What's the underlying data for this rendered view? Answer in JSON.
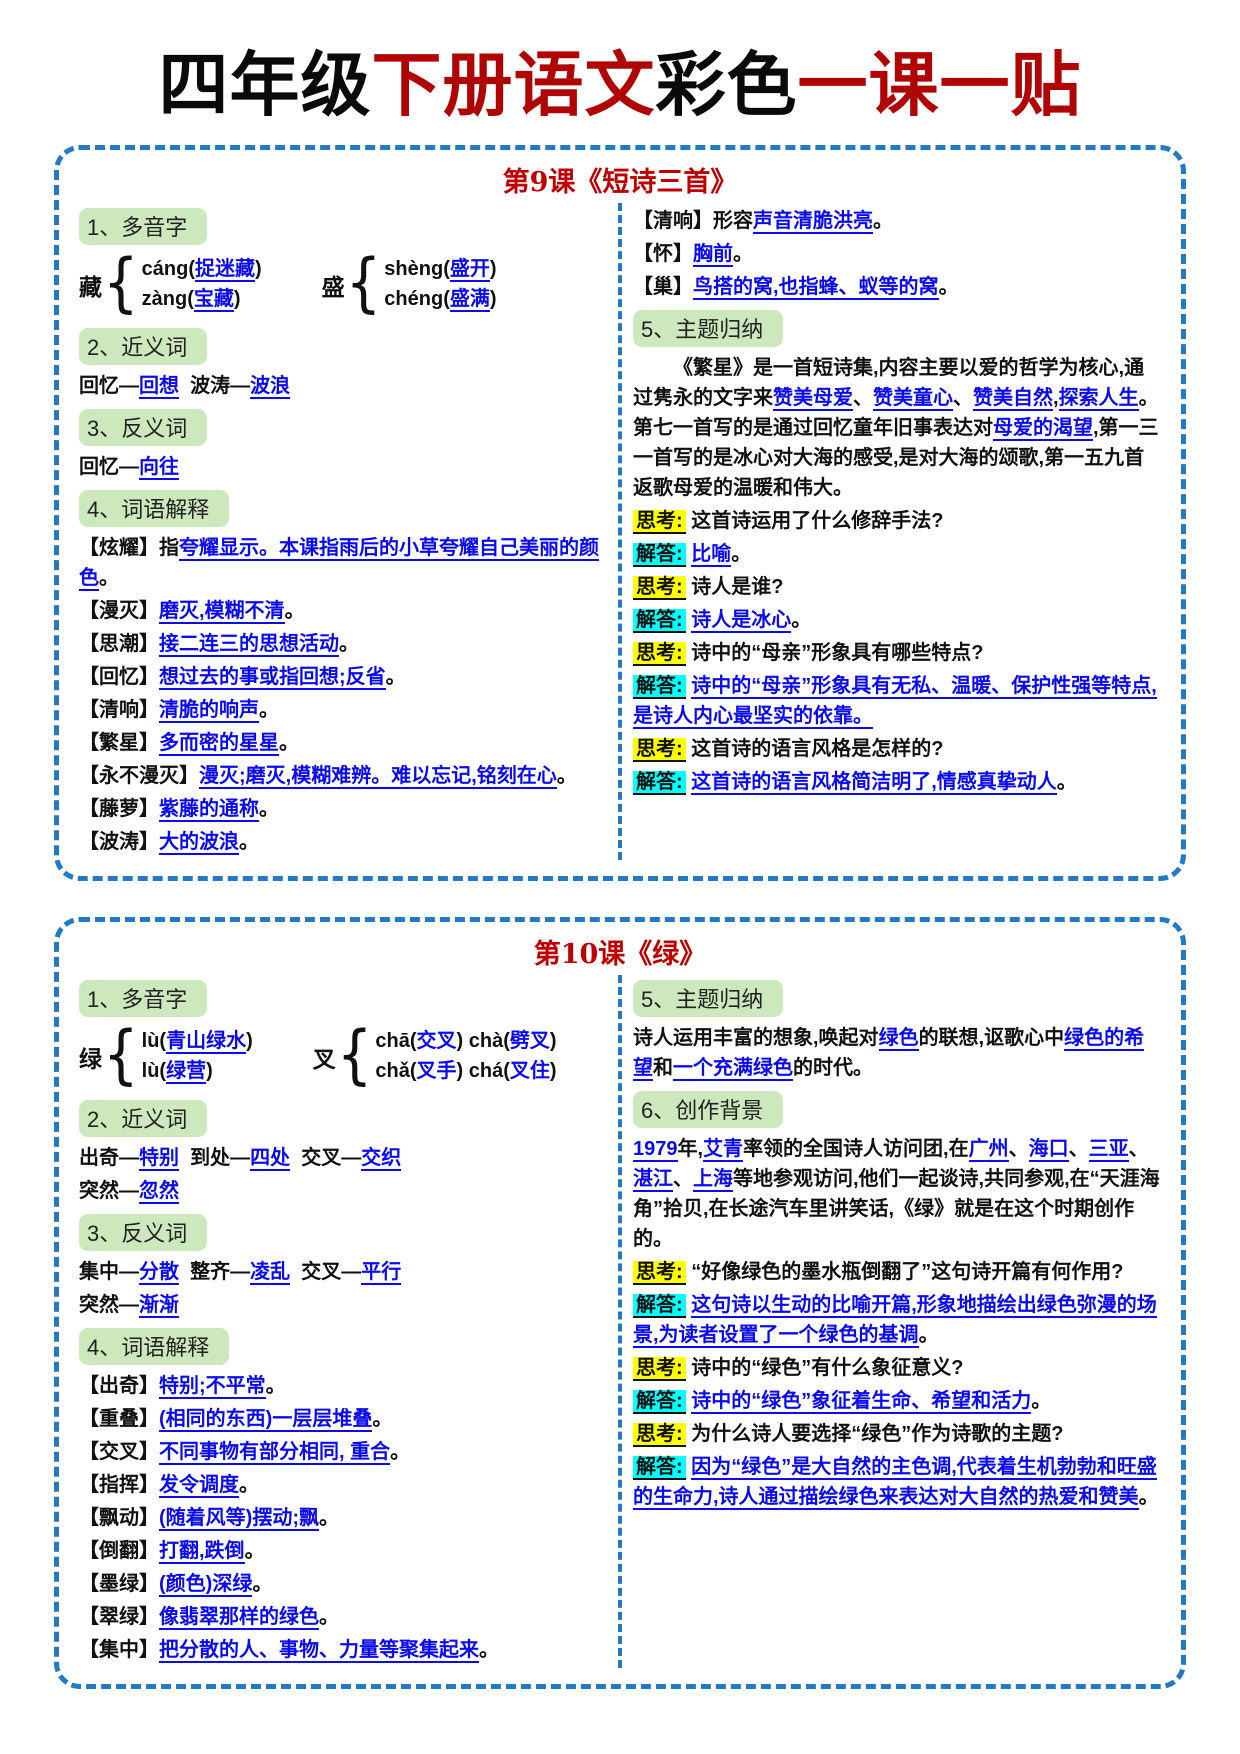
{
  "title": {
    "part1": "四年级",
    "part2": "下册语文",
    "part3": "彩色",
    "part4": "一课一贴"
  },
  "colors": {
    "accent_red": "#b00505",
    "header_red": "#c00000",
    "link_blue": "#0b0bee",
    "label_green": "#cde8bc",
    "highlight_yellow": "#ffff00",
    "highlight_cyan": "#00ffff",
    "border_blue": "#2279c4"
  },
  "lessons": [
    {
      "header": "第9课《短诗三首》",
      "left": [
        {
          "type": "label",
          "text": "1、多音字"
        },
        {
          "type": "poly",
          "items": [
            {
              "ch": "藏",
              "lines": [
                [
                  {
                    "t": "cáng("
                  },
                  {
                    "t": "捉迷藏",
                    "c": "u"
                  },
                  {
                    "t": ")"
                  }
                ],
                [
                  {
                    "t": "zàng("
                  },
                  {
                    "t": "宝藏",
                    "c": "u"
                  },
                  {
                    "t": ")"
                  }
                ]
              ]
            },
            {
              "ch": "盛",
              "lines": [
                [
                  {
                    "t": "shèng("
                  },
                  {
                    "t": "盛开",
                    "c": "u"
                  },
                  {
                    "t": ")"
                  }
                ],
                [
                  {
                    "t": "chéng("
                  },
                  {
                    "t": "盛满",
                    "c": "u"
                  },
                  {
                    "t": ")"
                  }
                ]
              ]
            }
          ]
        },
        {
          "type": "label",
          "text": "2、近义词"
        },
        {
          "type": "p",
          "segs": [
            {
              "t": "回忆—"
            },
            {
              "t": "回想",
              "c": "u"
            },
            {
              "t": "  波涛—"
            },
            {
              "t": "波浪",
              "c": "u"
            }
          ]
        },
        {
          "type": "label",
          "text": "3、反义词"
        },
        {
          "type": "p",
          "segs": [
            {
              "t": "回忆—"
            },
            {
              "t": "向往",
              "c": "u"
            }
          ]
        },
        {
          "type": "label",
          "text": "4、词语解释"
        },
        {
          "type": "p",
          "segs": [
            {
              "t": "【炫耀】指"
            },
            {
              "t": "夸耀显示。本课指雨后的小草夸耀自己美丽的颜色",
              "c": "u"
            },
            {
              "t": "。"
            }
          ]
        },
        {
          "type": "p",
          "segs": [
            {
              "t": "【漫灭】"
            },
            {
              "t": "磨灭,模糊不清",
              "c": "u"
            },
            {
              "t": "。"
            }
          ]
        },
        {
          "type": "p",
          "segs": [
            {
              "t": "【思潮】"
            },
            {
              "t": "接二连三的思想活动",
              "c": "u"
            },
            {
              "t": "。"
            }
          ]
        },
        {
          "type": "p",
          "segs": [
            {
              "t": "【回忆】"
            },
            {
              "t": "想过去的事或指回想;反省",
              "c": "u"
            },
            {
              "t": "。"
            }
          ]
        },
        {
          "type": "p",
          "segs": [
            {
              "t": "【清响】"
            },
            {
              "t": "清脆的响声",
              "c": "u"
            },
            {
              "t": "。"
            }
          ]
        },
        {
          "type": "p",
          "segs": [
            {
              "t": "【繁星】"
            },
            {
              "t": "多而密的星星",
              "c": "u"
            },
            {
              "t": "。"
            }
          ]
        },
        {
          "type": "p",
          "segs": [
            {
              "t": "【永不漫灭】"
            },
            {
              "t": "漫灭;磨灭,模糊难辨。难以忘记,铭刻在心",
              "c": "u"
            },
            {
              "t": "。"
            }
          ]
        },
        {
          "type": "p",
          "segs": [
            {
              "t": "【藤萝】"
            },
            {
              "t": "紫藤的通称",
              "c": "u"
            },
            {
              "t": "。"
            }
          ]
        },
        {
          "type": "p",
          "segs": [
            {
              "t": "【波涛】"
            },
            {
              "t": "大的波浪",
              "c": "u"
            },
            {
              "t": "。"
            }
          ]
        }
      ],
      "right": [
        {
          "type": "p",
          "segs": [
            {
              "t": "【清响】形容"
            },
            {
              "t": "声音清脆洪亮",
              "c": "u"
            },
            {
              "t": "。"
            }
          ]
        },
        {
          "type": "p",
          "segs": [
            {
              "t": "【怀】"
            },
            {
              "t": "胸前",
              "c": "u"
            },
            {
              "t": "。"
            }
          ]
        },
        {
          "type": "p",
          "segs": [
            {
              "t": "【巢】"
            },
            {
              "t": "鸟搭的窝,也指蜂、蚁等的窝",
              "c": "u"
            },
            {
              "t": "。"
            }
          ]
        },
        {
          "type": "label",
          "text": "5、主题归纳"
        },
        {
          "type": "p",
          "ind": true,
          "segs": [
            {
              "t": "《繁星》是一首短诗集,内容主要以爱的哲学为核心,通过隽永的文字来"
            },
            {
              "t": "赞美母爱",
              "c": "u"
            },
            {
              "t": "、"
            },
            {
              "t": "赞美童心",
              "c": "u"
            },
            {
              "t": "、"
            },
            {
              "t": "赞美自然",
              "c": "u"
            },
            {
              "t": ","
            },
            {
              "t": "探索人生",
              "c": "u"
            },
            {
              "t": "。第七一首写的是通过回忆童年旧事表达对"
            },
            {
              "t": "母爱的渴望",
              "c": "u"
            },
            {
              "t": ",第一三一首写的是冰心对大海的感受,是对大海的颂歌,第一五九首返歌母爱的温暖和伟大。"
            }
          ]
        },
        {
          "type": "p",
          "segs": [
            {
              "t": "思考:",
              "c": "y"
            },
            {
              "t": " 这首诗运用了什么修辞手法?"
            }
          ]
        },
        {
          "type": "p",
          "segs": [
            {
              "t": "解答:",
              "c": "c"
            },
            {
              "t": " "
            },
            {
              "t": "比喻",
              "c": "u"
            },
            {
              "t": "。"
            }
          ]
        },
        {
          "type": "p",
          "segs": [
            {
              "t": "思考:",
              "c": "y"
            },
            {
              "t": " 诗人是谁?"
            }
          ]
        },
        {
          "type": "p",
          "segs": [
            {
              "t": "解答:",
              "c": "c"
            },
            {
              "t": " "
            },
            {
              "t": "诗人是冰心",
              "c": "u"
            },
            {
              "t": "。"
            }
          ]
        },
        {
          "type": "p",
          "segs": [
            {
              "t": "思考:",
              "c": "y"
            },
            {
              "t": " 诗中的“母亲”形象具有哪些特点?"
            }
          ]
        },
        {
          "type": "p",
          "segs": [
            {
              "t": "解答:",
              "c": "c"
            },
            {
              "t": " "
            },
            {
              "t": "诗中的“母亲”形象具有无私、温暖、保护性强等特点,是诗人内心最坚实的依靠。",
              "c": "u"
            }
          ]
        },
        {
          "type": "p",
          "segs": [
            {
              "t": "思考:",
              "c": "y"
            },
            {
              "t": " 这首诗的语言风格是怎样的?"
            }
          ]
        },
        {
          "type": "p",
          "segs": [
            {
              "t": "解答:",
              "c": "c"
            },
            {
              "t": " "
            },
            {
              "t": "这首诗的语言风格简洁明了,情感真挚动人",
              "c": "u"
            },
            {
              "t": "。"
            }
          ]
        }
      ]
    },
    {
      "header": "第10课《绿》",
      "left": [
        {
          "type": "label",
          "text": "1、多音字"
        },
        {
          "type": "poly",
          "items": [
            {
              "ch": "绿",
              "lines": [
                [
                  {
                    "t": "lù("
                  },
                  {
                    "t": "青山绿水",
                    "c": "u"
                  },
                  {
                    "t": ")"
                  }
                ],
                [
                  {
                    "t": "lù("
                  },
                  {
                    "t": "绿营",
                    "c": "u"
                  },
                  {
                    "t": ")"
                  }
                ]
              ]
            },
            {
              "ch": "叉",
              "lines": [
                [
                  {
                    "t": "chā("
                  },
                  {
                    "t": "交叉",
                    "c": "bl"
                  },
                  {
                    "t": ") chà("
                  },
                  {
                    "t": "劈叉",
                    "c": "bl"
                  },
                  {
                    "t": ")"
                  }
                ],
                [
                  {
                    "t": "chǎ("
                  },
                  {
                    "t": "叉手",
                    "c": "bl"
                  },
                  {
                    "t": ") chá("
                  },
                  {
                    "t": "叉住",
                    "c": "bl"
                  },
                  {
                    "t": ")"
                  }
                ]
              ]
            }
          ]
        },
        {
          "type": "label",
          "text": "2、近义词"
        },
        {
          "type": "p",
          "segs": [
            {
              "t": "出奇—"
            },
            {
              "t": "特别",
              "c": "u"
            },
            {
              "t": "  到处—"
            },
            {
              "t": "四处",
              "c": "u"
            },
            {
              "t": "  交叉—"
            },
            {
              "t": "交织",
              "c": "u"
            }
          ]
        },
        {
          "type": "p",
          "segs": [
            {
              "t": "突然—"
            },
            {
              "t": "忽然",
              "c": "u"
            }
          ]
        },
        {
          "type": "label",
          "text": "3、反义词"
        },
        {
          "type": "p",
          "segs": [
            {
              "t": "集中—"
            },
            {
              "t": "分散",
              "c": "u"
            },
            {
              "t": "  整齐—"
            },
            {
              "t": "凌乱",
              "c": "u"
            },
            {
              "t": "  交叉—"
            },
            {
              "t": "平行",
              "c": "u"
            }
          ]
        },
        {
          "type": "p",
          "segs": [
            {
              "t": "突然—"
            },
            {
              "t": "渐渐",
              "c": "u"
            }
          ]
        },
        {
          "type": "label",
          "text": "4、词语解释"
        },
        {
          "type": "p",
          "segs": [
            {
              "t": "【出奇】"
            },
            {
              "t": "特别;不平常",
              "c": "u"
            },
            {
              "t": "。"
            }
          ]
        },
        {
          "type": "p",
          "segs": [
            {
              "t": "【重叠】"
            },
            {
              "t": "(相同的东西)一层层堆叠",
              "c": "u"
            },
            {
              "t": "。"
            }
          ]
        },
        {
          "type": "p",
          "segs": [
            {
              "t": "【交叉】"
            },
            {
              "t": "不同事物有部分相同, 重合",
              "c": "u"
            },
            {
              "t": "。"
            }
          ]
        },
        {
          "type": "p",
          "segs": [
            {
              "t": "【指挥】"
            },
            {
              "t": "发令调度",
              "c": "u"
            },
            {
              "t": "。"
            }
          ]
        },
        {
          "type": "p",
          "segs": [
            {
              "t": "【飘动】"
            },
            {
              "t": "(随着风等)摆动;飘",
              "c": "u"
            },
            {
              "t": "。"
            }
          ]
        },
        {
          "type": "p",
          "segs": [
            {
              "t": "【倒翻】"
            },
            {
              "t": "打翻,跌倒",
              "c": "u"
            },
            {
              "t": "。"
            }
          ]
        },
        {
          "type": "p",
          "segs": [
            {
              "t": "【墨绿】"
            },
            {
              "t": "(颜色)深绿",
              "c": "u"
            },
            {
              "t": "。"
            }
          ]
        },
        {
          "type": "p",
          "segs": [
            {
              "t": "【翠绿】"
            },
            {
              "t": "像翡翠那样的绿色",
              "c": "u"
            },
            {
              "t": "。"
            }
          ]
        },
        {
          "type": "p",
          "segs": [
            {
              "t": "【集中】"
            },
            {
              "t": "把分散的人、事物、力量等聚集起来",
              "c": "u"
            },
            {
              "t": "。"
            }
          ]
        }
      ],
      "right": [
        {
          "type": "label",
          "text": "5、主题归纳"
        },
        {
          "type": "p",
          "segs": [
            {
              "t": "诗人运用丰富的想象,唤起对"
            },
            {
              "t": "绿色",
              "c": "u"
            },
            {
              "t": "的联想,讴歌心中"
            },
            {
              "t": "绿色的希望",
              "c": "u"
            },
            {
              "t": "和"
            },
            {
              "t": "一个充满绿色",
              "c": "u"
            },
            {
              "t": "的时代。"
            }
          ]
        },
        {
          "type": "label",
          "text": "6、创作背景"
        },
        {
          "type": "p",
          "segs": [
            {
              "t": "1979",
              "c": "u"
            },
            {
              "t": "年,"
            },
            {
              "t": "艾青",
              "c": "u"
            },
            {
              "t": "率领的全国诗人访问团,在"
            },
            {
              "t": "广州",
              "c": "u"
            },
            {
              "t": "、"
            },
            {
              "t": "海口",
              "c": "u"
            },
            {
              "t": "、"
            },
            {
              "t": "三亚",
              "c": "u"
            },
            {
              "t": "、"
            },
            {
              "t": "湛江",
              "c": "u"
            },
            {
              "t": "、"
            },
            {
              "t": "上海",
              "c": "u"
            },
            {
              "t": "等地参观访问,他们一起谈诗,共同参观,在“天涯海角”拾贝,在长途汽车里讲笑话,《绿》就是在这个时期创作的。"
            }
          ]
        },
        {
          "type": "p",
          "segs": [
            {
              "t": "思考:",
              "c": "y"
            },
            {
              "t": " “好像绿色的墨水瓶倒翻了”这句诗开篇有何作用?"
            }
          ]
        },
        {
          "type": "p",
          "segs": [
            {
              "t": "解答:",
              "c": "c"
            },
            {
              "t": " "
            },
            {
              "t": "这句诗以生动的比喻开篇,形象地描绘出绿色弥漫的场景,为读者设置了一个绿色的基调",
              "c": "u"
            },
            {
              "t": "。"
            }
          ]
        },
        {
          "type": "p",
          "segs": [
            {
              "t": "思考:",
              "c": "y"
            },
            {
              "t": " 诗中的“绿色”有什么象征意义?"
            }
          ]
        },
        {
          "type": "p",
          "segs": [
            {
              "t": "解答:",
              "c": "c"
            },
            {
              "t": " "
            },
            {
              "t": "诗中的“绿色”象征着生命、希望和活力",
              "c": "u"
            },
            {
              "t": "。"
            }
          ]
        },
        {
          "type": "p",
          "segs": [
            {
              "t": "思考:",
              "c": "y"
            },
            {
              "t": " 为什么诗人要选择“绿色”作为诗歌的主题?"
            }
          ]
        },
        {
          "type": "p",
          "segs": [
            {
              "t": "解答:",
              "c": "c"
            },
            {
              "t": " "
            },
            {
              "t": "因为“绿色”是大自然的主色调,代表着生机勃勃和旺盛的生命力,诗人通过描绘绿色来表达对大自然的热爱和赞美",
              "c": "u"
            },
            {
              "t": "。"
            }
          ]
        }
      ]
    }
  ]
}
